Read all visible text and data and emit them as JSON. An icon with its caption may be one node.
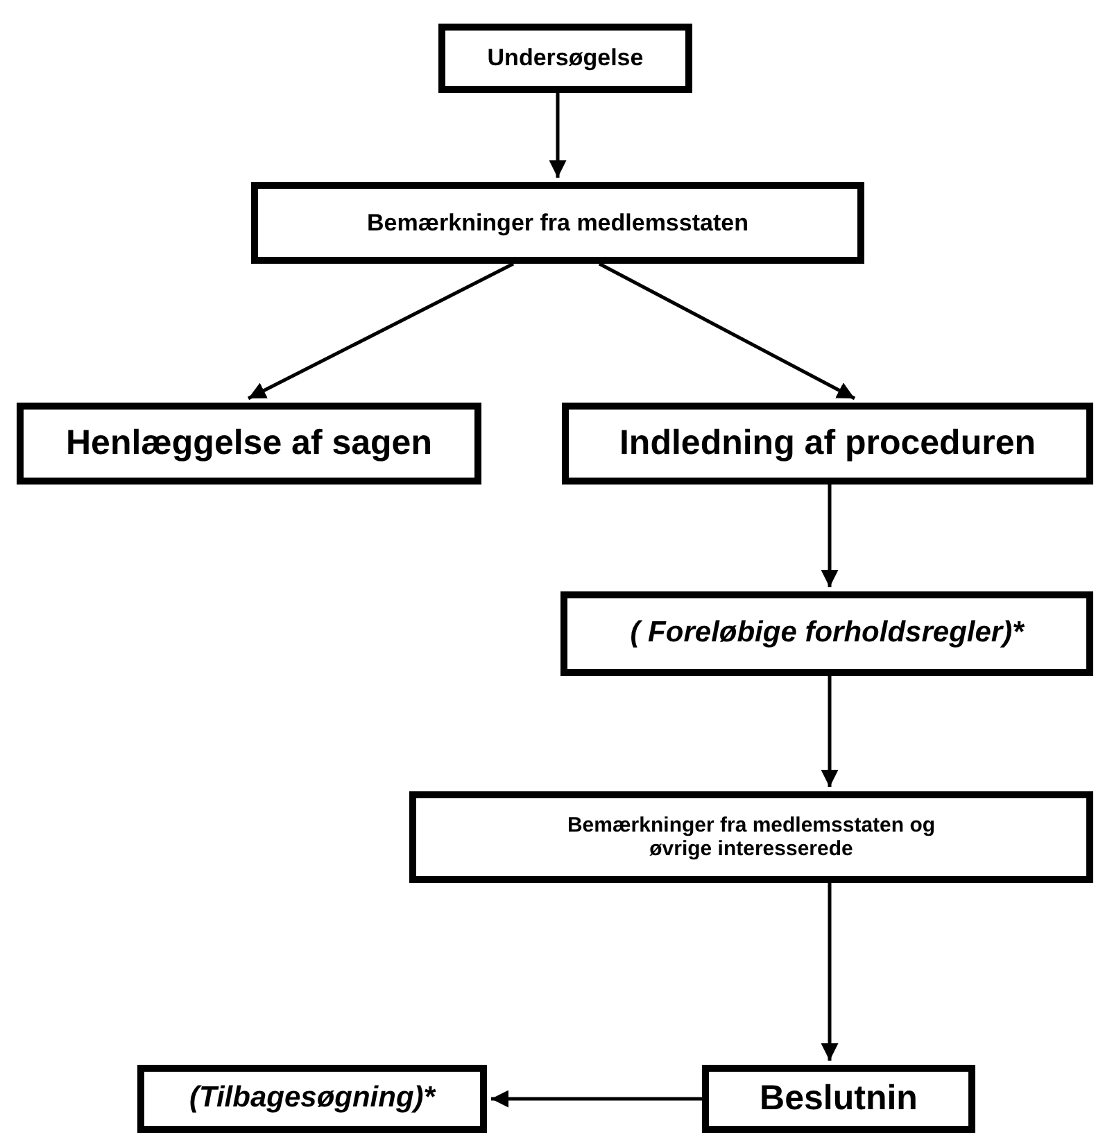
{
  "diagram": {
    "nodes": [
      {
        "text": [
          "Undersøgelse"
        ]
      },
      {
        "text": [
          "Bemærkninger fra medlemsstaten"
        ]
      },
      {
        "text": [
          "Henlæggelse af sagen"
        ]
      },
      {
        "text": [
          "Indledning af proceduren"
        ]
      },
      {
        "text": [
          "( Foreløbige forholdsregler)*"
        ]
      },
      {
        "text": [
          "Bemærkninger fra medlemsstaten og øvrige interesserede"
        ]
      },
      {
        "text": [
          "Beslutnin"
        ]
      },
      {
        "text": [
          "(Tilbagesøgning)*"
        ]
      }
    ],
    "edges": [
      {
        "from": 0,
        "to": 1,
        "arrow": "to"
      },
      {
        "from": 1,
        "to": 2,
        "arrow": "to"
      },
      {
        "from": 1,
        "to": 3,
        "arrow": "to"
      },
      {
        "from": 3,
        "to": 4,
        "arrow": "to"
      },
      {
        "from": 4,
        "to": 5,
        "arrow": "to"
      },
      {
        "from": 5,
        "to": 6,
        "arrow": "to"
      },
      {
        "from": 6,
        "to": 7,
        "arrow": "to"
      }
    ]
  }
}
